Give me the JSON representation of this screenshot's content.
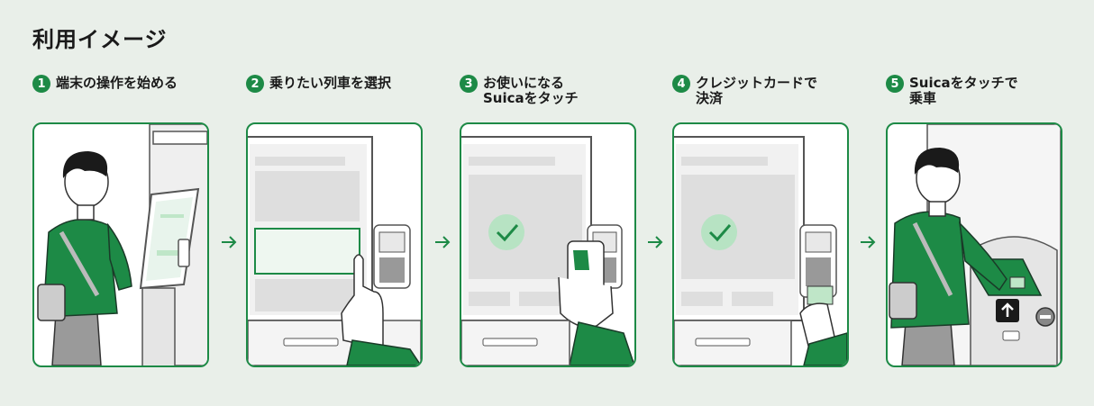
{
  "page": {
    "title": "利用イメージ"
  },
  "colors": {
    "background": "#e9efe9",
    "accent_green": "#1d8a46",
    "check_circle": "#b7e3c3"
  },
  "steps": [
    {
      "number": "1",
      "lines": [
        "端末の操作を始める"
      ],
      "illustration": "person-at-kiosk"
    },
    {
      "number": "2",
      "lines": [
        "乗りたい列車を選択"
      ],
      "illustration": "finger-tapping-screen"
    },
    {
      "number": "3",
      "lines": [
        "お使いになる",
        "Suicaをタッチ"
      ],
      "illustration": "card-tap-check"
    },
    {
      "number": "4",
      "lines": [
        "クレジットカードで",
        "決済"
      ],
      "illustration": "credit-card-terminal"
    },
    {
      "number": "5",
      "lines": [
        "Suicaをタッチで",
        "乗車"
      ],
      "illustration": "ticket-gate"
    }
  ],
  "arrow_icon": "arrow-right-icon"
}
